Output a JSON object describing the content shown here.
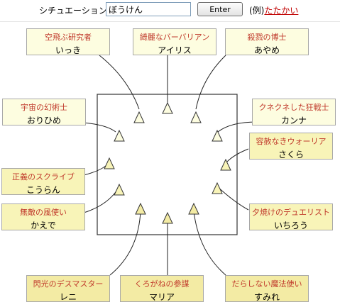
{
  "header": {
    "situation_label": "シチュエーション:",
    "situation_value": "ぼうけん",
    "enter_label": "Enter",
    "example_prefix": "(例)",
    "example_link": "たたかい"
  },
  "characters": {
    "c1": {
      "role": "空飛ぶ研究者",
      "name": "いっき"
    },
    "c2": {
      "role": "綺麗なバーバリアン",
      "name": "アイリス"
    },
    "c3": {
      "role": "殺戮の博士",
      "name": "あやめ"
    },
    "c4": {
      "role": "宇宙の幻術士",
      "name": "おりひめ"
    },
    "c5": {
      "role": "クネクネした狂戦士",
      "name": "カンナ"
    },
    "c6": {
      "role": "容赦なきウォーリア",
      "name": "さくら"
    },
    "c7": {
      "role": "正義のスクライブ",
      "name": "こうらん"
    },
    "c8": {
      "role": "夕焼けのデュエリスト",
      "name": "いちろう"
    },
    "c9": {
      "role": "無敵の風使い",
      "name": "かえで"
    },
    "c10": {
      "role": "閃光のデスマスター",
      "name": "レニ"
    },
    "c11": {
      "role": "くろがねの参謀",
      "name": "マリア"
    },
    "c12": {
      "role": "だらしない魔法使い",
      "name": "すみれ"
    }
  },
  "colors": {
    "top_card": "#fdfde0",
    "side_card": "#f8f4b8",
    "bottom_card": "#f3eba4",
    "role_text": "#c0392b",
    "link": "#c00000"
  }
}
